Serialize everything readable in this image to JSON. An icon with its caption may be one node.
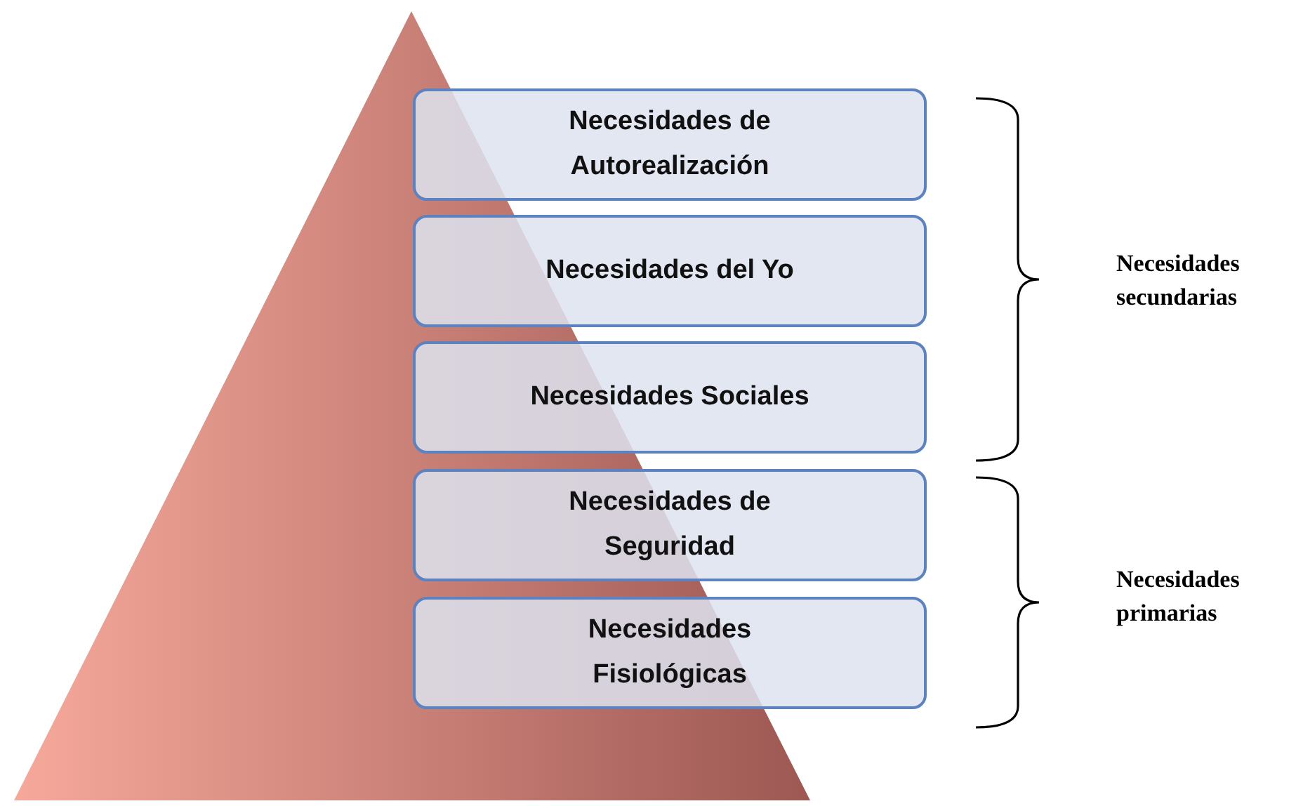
{
  "diagram": {
    "nodes": [
      {
        "text": [
          "Necesidades de Autorealización"
        ]
      },
      {
        "text": [
          "Necesidades del Yo"
        ]
      },
      {
        "text": [
          "Necesidades Sociales"
        ]
      },
      {
        "text": [
          "Necesidades de Seguridad"
        ]
      },
      {
        "text": [
          "Necesidades Fisiológicas"
        ]
      }
    ],
    "labels": [
      "Necesidades secundarias",
      "Necesidades primarias"
    ]
  }
}
